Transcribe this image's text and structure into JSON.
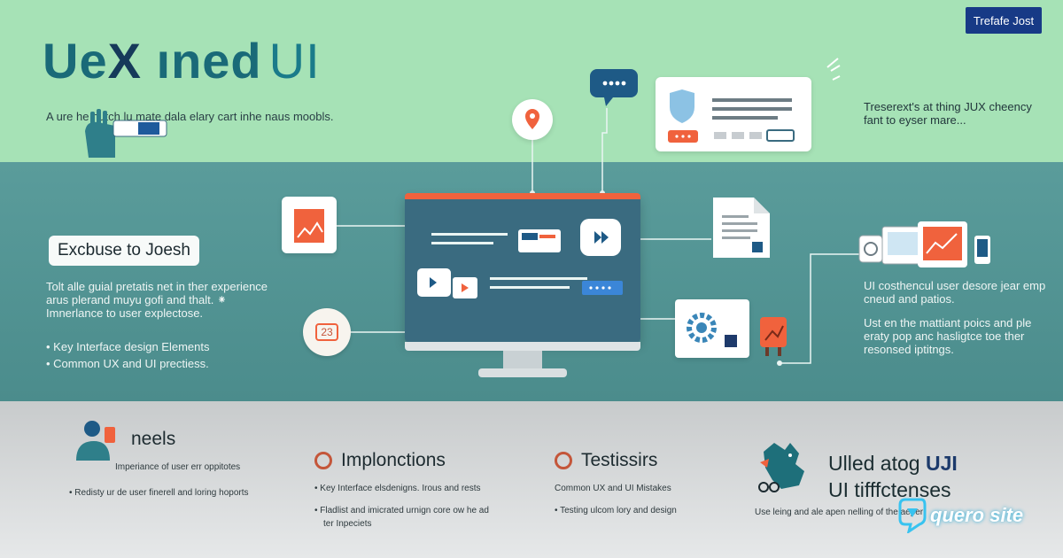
{
  "header": {
    "title_a": "Ue",
    "title_x": "X",
    "title_b": " ıned",
    "title_ui": "UI",
    "subtitle": "A ure he  hutch  lu  mate dala elary cart inhe naus moobls.",
    "top_button": "Trefafe Jost",
    "right_text": "Treserext's at thing JUX cheency fant to eyser mare..."
  },
  "middle": {
    "pill": "Excbuse to Joesh",
    "paragraph": "Tolt alle guial pretatis net in ther experience arus plerand muyu gofi and thalt. ⁕ Imnerlance to user explectose.",
    "list": [
      "• Key Interface design Elements",
      "• Common UX and UI prectiess."
    ],
    "right_paragraph_1": "UI costhencul user desore jear emp cneud and patios.",
    "right_paragraph_2": "Ust en the mattiant poics and ple eraty pop anc hasligtce toe ther resonsed iptitngs.",
    "badge_number": "23"
  },
  "bottom": {
    "columns": [
      {
        "heading": "neels",
        "line1": "Imperiance of user err oppitotes",
        "line2": "• Redisty ur de user finerell and loring hoports"
      },
      {
        "heading": "Implonctions",
        "line1": "• Key Interface elsdenigns. Irous and rests",
        "line2": "• Fladlist and imicrated urnign core ow he ad",
        "line3": "ter Inpeciets"
      },
      {
        "heading": "Testissirs",
        "line1": "Common UX and UI Mistakes",
        "line2": "• Testing ulcom lory and design"
      }
    ],
    "big_heading_1": "Ulled atog ",
    "big_heading_1_bold": "UJI",
    "big_heading_2": "UI tifffctenses",
    "big_line": "Use leing and ale apen  nelling of the aeper",
    "brand": "quero site"
  },
  "colors": {
    "top_band": "#a6e2b6",
    "mid_band": "#4d8e8e",
    "bottom_band": "#d9dcdd",
    "accent_orange": "#f0623d",
    "accent_blue": "#173a86",
    "title_teal": "#1a6a78"
  },
  "icons": [
    "hand-icon",
    "location-pin-icon",
    "chat-bubble-icon",
    "shield-icon",
    "chart-card-icon",
    "document-icon",
    "monitor-icon",
    "gear-icon",
    "devices-icon",
    "calendar-badge-icon",
    "person-icon",
    "dragon-icon",
    "brand-logo-icon"
  ]
}
